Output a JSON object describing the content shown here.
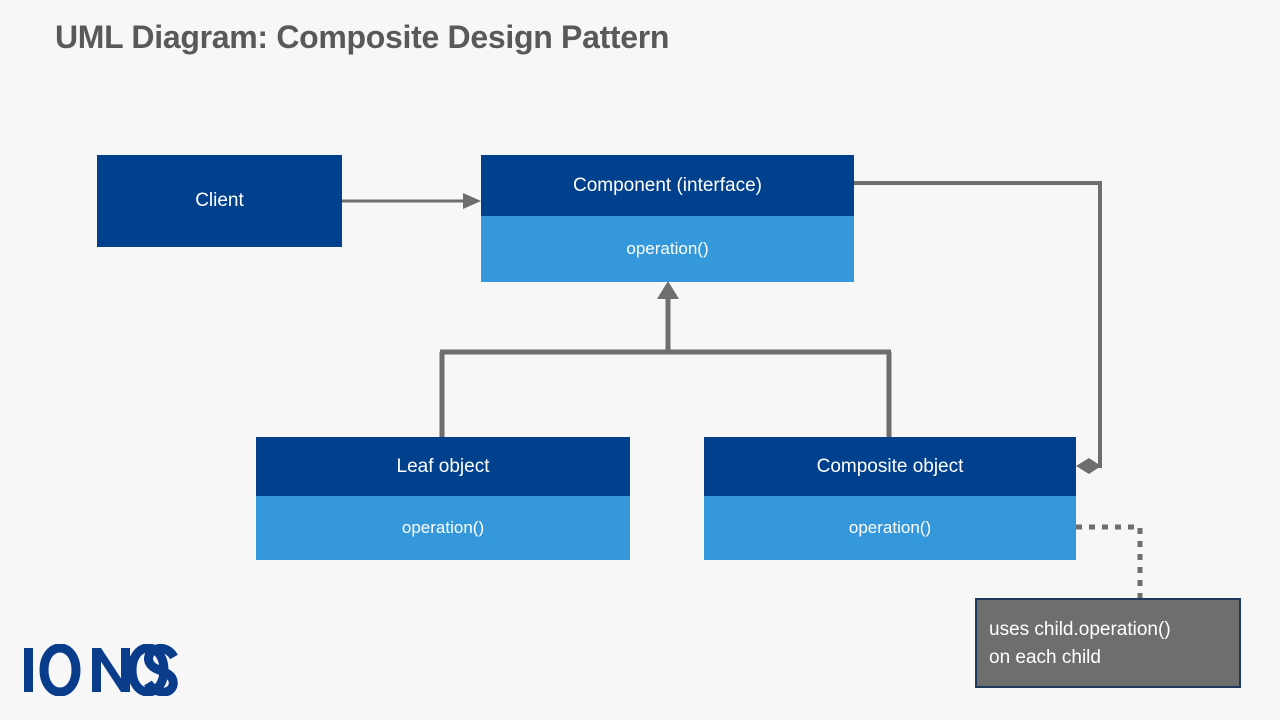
{
  "page": {
    "title": "UML Diagram: Composite Design Pattern",
    "background_color": "#f7f7f8",
    "title_color": "#595959"
  },
  "theme": {
    "class_header_color": "#00408c",
    "class_body_color": "#3498db",
    "connector_color": "#6e6e6e",
    "note_fill_color": "#6e6e6e",
    "note_border_color": "#1b3a5c",
    "logo_color": "#0a3c8c",
    "text_color": "#ffffff"
  },
  "classes": [
    {
      "id": "client",
      "name": "Client",
      "operations": []
    },
    {
      "id": "component",
      "name": "Component (interface)",
      "operations": [
        "operation()"
      ]
    },
    {
      "id": "leaf",
      "name": "Leaf object",
      "operations": [
        "operation()"
      ]
    },
    {
      "id": "composite",
      "name": "Composite object",
      "operations": [
        "operation()"
      ]
    }
  ],
  "note": {
    "lines": [
      "uses child.operation()",
      "on each child"
    ],
    "text": "uses child.operation() on each child"
  },
  "relationships": [
    {
      "type": "association",
      "from": "client",
      "to": "component",
      "arrow": "open-arrow"
    },
    {
      "type": "generalization",
      "from": "leaf",
      "to": "component",
      "arrow": "solid-triangle"
    },
    {
      "type": "generalization",
      "from": "composite",
      "to": "component",
      "arrow": "solid-triangle"
    },
    {
      "type": "aggregation",
      "from": "component",
      "to": "composite",
      "arrow": "filled-diamond"
    },
    {
      "type": "note-link",
      "from": "composite",
      "to": "note",
      "arrow": "dotted"
    }
  ],
  "logo": {
    "text": "IONOS"
  }
}
